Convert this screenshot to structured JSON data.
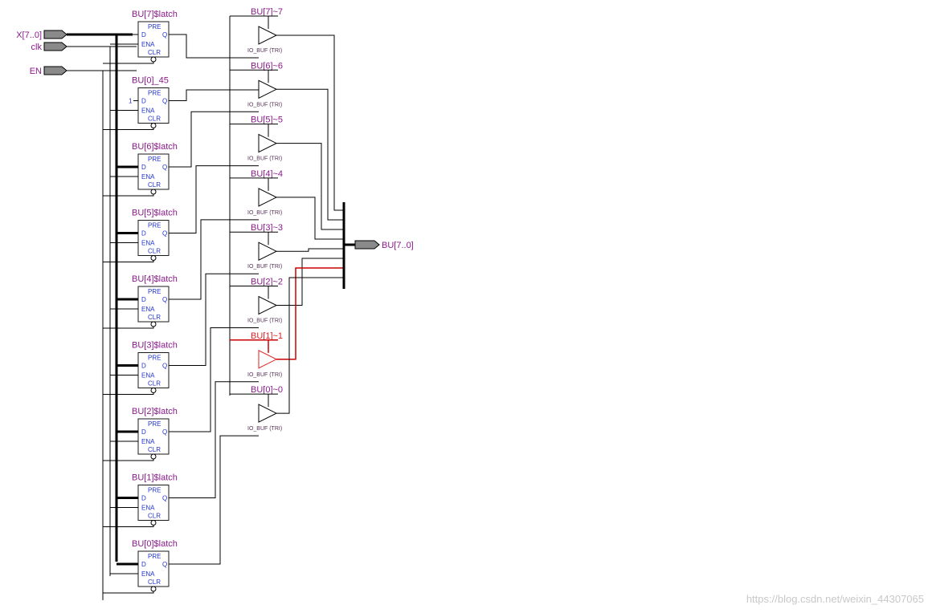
{
  "ports": {
    "input_x": "X[7..0]",
    "input_clk": "clk",
    "input_en": "EN",
    "output_bu": "BU[7..0]"
  },
  "latches": [
    {
      "name": "BU[7]$latch",
      "d_const": ""
    },
    {
      "name": "BU[0]_45",
      "d_const": "1"
    },
    {
      "name": "BU[6]$latch",
      "d_const": ""
    },
    {
      "name": "BU[5]$latch",
      "d_const": ""
    },
    {
      "name": "BU[4]$latch",
      "d_const": ""
    },
    {
      "name": "BU[3]$latch",
      "d_const": ""
    },
    {
      "name": "BU[2]$latch",
      "d_const": ""
    },
    {
      "name": "BU[1]$latch",
      "d_const": ""
    },
    {
      "name": "BU[0]$latch",
      "d_const": ""
    }
  ],
  "latch_pins": {
    "pre": "PRE",
    "d": "D",
    "q": "Q",
    "ena": "ENA",
    "clr": "CLR"
  },
  "buffers": [
    {
      "name": "BU[7]~7",
      "type": "IO_BUF (TRI)",
      "highlight": false
    },
    {
      "name": "BU[6]~6",
      "type": "IO_BUF (TRI)",
      "highlight": false
    },
    {
      "name": "BU[5]~5",
      "type": "IO_BUF (TRI)",
      "highlight": false
    },
    {
      "name": "BU[4]~4",
      "type": "IO_BUF (TRI)",
      "highlight": false
    },
    {
      "name": "BU[3]~3",
      "type": "IO_BUF (TRI)",
      "highlight": false
    },
    {
      "name": "BU[2]~2",
      "type": "IO_BUF (TRI)",
      "highlight": false
    },
    {
      "name": "BU[1]~1",
      "type": "IO_BUF (TRI)",
      "highlight": true
    },
    {
      "name": "BU[0]~0",
      "type": "IO_BUF (TRI)",
      "highlight": false
    }
  ],
  "watermark": "https://blog.csdn.net/weixin_44307065",
  "colors": {
    "label": "#8b1a8b",
    "pin": "#2233cc",
    "highlight": "#dd2222",
    "port_fill": "#8a8a8a"
  }
}
